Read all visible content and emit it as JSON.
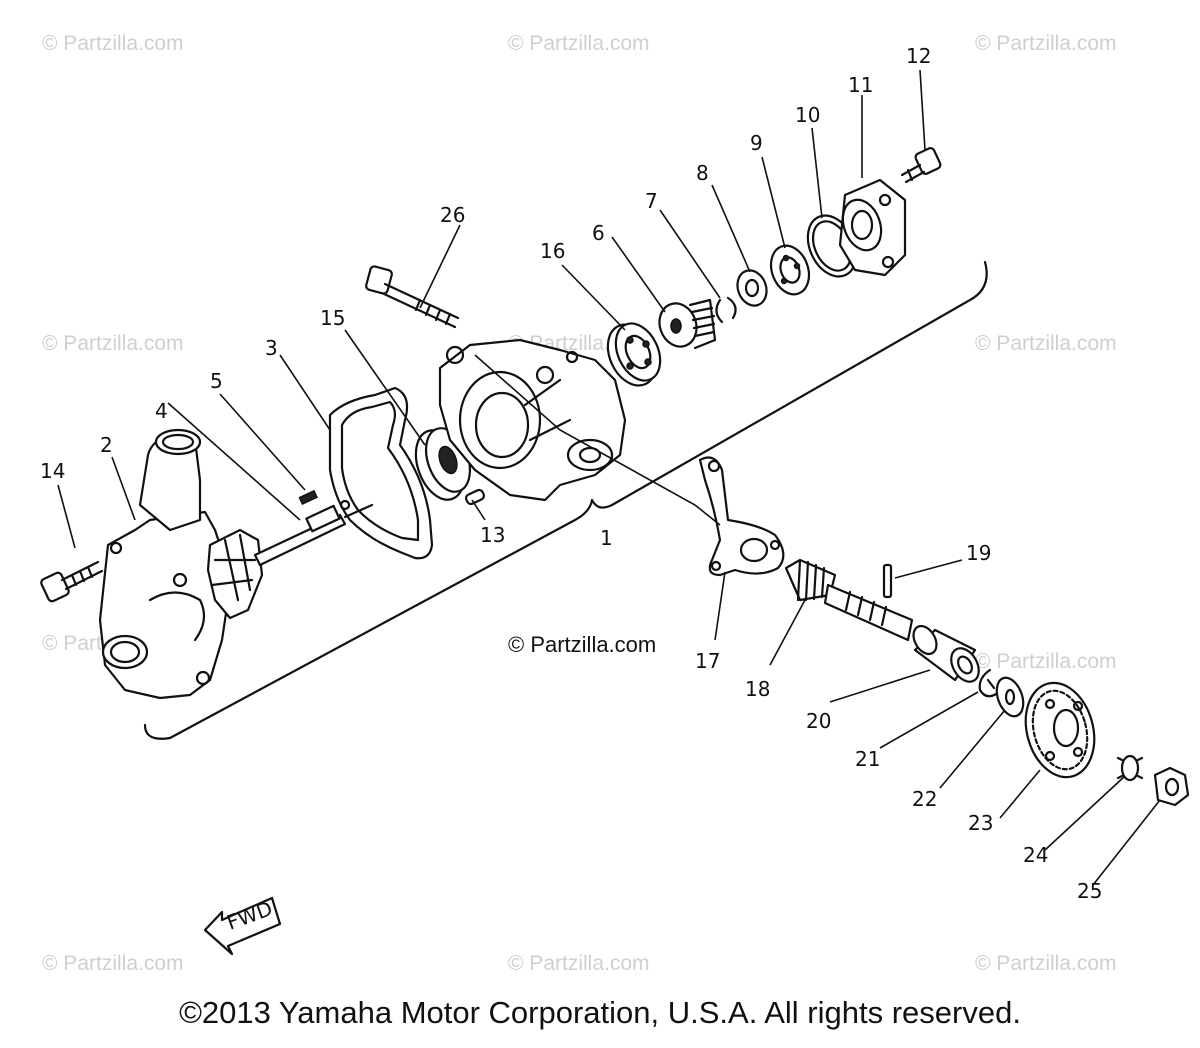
{
  "watermark_text": "© Partzilla.com",
  "copyright": "©2013 Yamaha Motor Corporation, U.S.A. All rights reserved.",
  "fwd_label": "FWD",
  "part_numbers": [
    "1",
    "2",
    "3",
    "4",
    "5",
    "6",
    "7",
    "8",
    "9",
    "10",
    "11",
    "12",
    "13",
    "14",
    "15",
    "16",
    "17",
    "18",
    "19",
    "20",
    "21",
    "22",
    "23",
    "24",
    "25",
    "26"
  ]
}
